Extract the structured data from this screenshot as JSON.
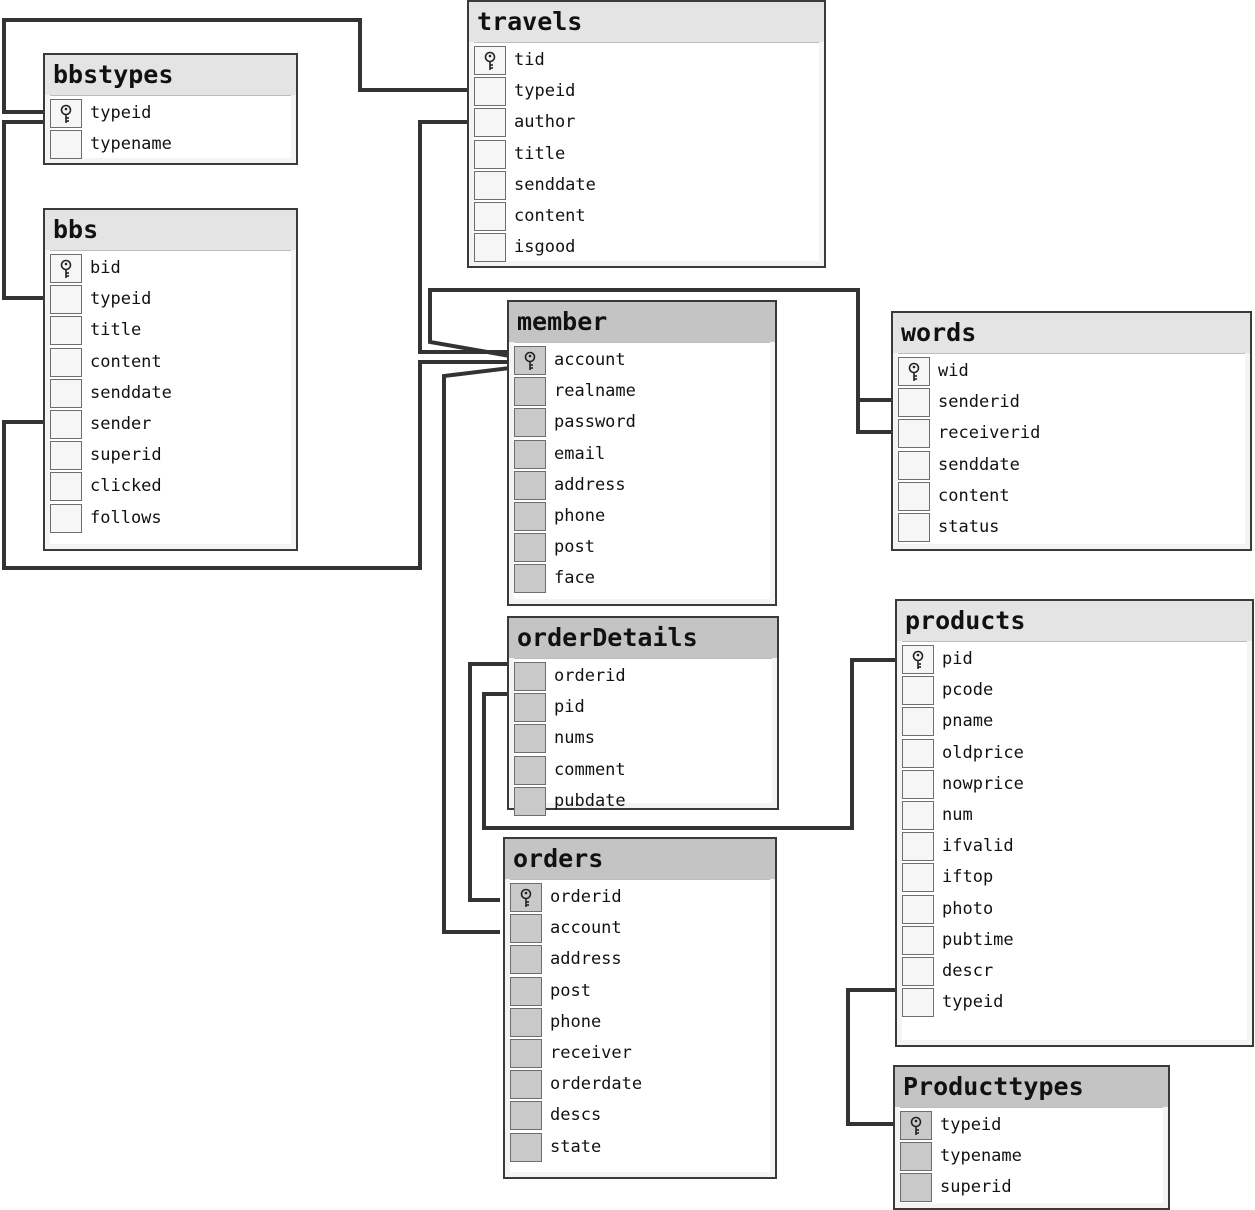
{
  "tables": [
    {
      "id": "bbstypes",
      "title": "bbstypes",
      "dark": false,
      "columns": [
        {
          "name": "typeid",
          "pk": true
        },
        {
          "name": "typename",
          "pk": false
        }
      ]
    },
    {
      "id": "bbs",
      "title": "bbs",
      "dark": false,
      "columns": [
        {
          "name": "bid",
          "pk": true
        },
        {
          "name": "typeid",
          "pk": false
        },
        {
          "name": "title",
          "pk": false
        },
        {
          "name": "content",
          "pk": false
        },
        {
          "name": "senddate",
          "pk": false
        },
        {
          "name": "sender",
          "pk": false
        },
        {
          "name": "superid",
          "pk": false
        },
        {
          "name": "clicked",
          "pk": false
        },
        {
          "name": "follows",
          "pk": false
        }
      ]
    },
    {
      "id": "travels",
      "title": "travels",
      "dark": false,
      "columns": [
        {
          "name": "tid",
          "pk": true
        },
        {
          "name": "typeid",
          "pk": false
        },
        {
          "name": "author",
          "pk": false
        },
        {
          "name": "title",
          "pk": false
        },
        {
          "name": "senddate",
          "pk": false
        },
        {
          "name": "content",
          "pk": false
        },
        {
          "name": "isgood",
          "pk": false
        }
      ]
    },
    {
      "id": "member",
      "title": "member",
      "dark": true,
      "columns": [
        {
          "name": "account",
          "pk": true
        },
        {
          "name": "realname",
          "pk": false
        },
        {
          "name": "password",
          "pk": false
        },
        {
          "name": "email",
          "pk": false
        },
        {
          "name": "address",
          "pk": false
        },
        {
          "name": "phone",
          "pk": false
        },
        {
          "name": "post",
          "pk": false
        },
        {
          "name": "face",
          "pk": false
        }
      ]
    },
    {
      "id": "words",
      "title": "words",
      "dark": false,
      "columns": [
        {
          "name": "wid",
          "pk": true
        },
        {
          "name": "senderid",
          "pk": false
        },
        {
          "name": "receiverid",
          "pk": false
        },
        {
          "name": "senddate",
          "pk": false
        },
        {
          "name": "content",
          "pk": false
        },
        {
          "name": "status",
          "pk": false
        }
      ]
    },
    {
      "id": "orderDetails",
      "title": "orderDetails",
      "dark": true,
      "columns": [
        {
          "name": "orderid",
          "pk": false
        },
        {
          "name": "pid",
          "pk": false
        },
        {
          "name": "nums",
          "pk": false
        },
        {
          "name": "comment",
          "pk": false
        },
        {
          "name": "pubdate",
          "pk": false
        }
      ]
    },
    {
      "id": "orders",
      "title": "orders",
      "dark": true,
      "columns": [
        {
          "name": "orderid",
          "pk": true
        },
        {
          "name": "account",
          "pk": false
        },
        {
          "name": "address",
          "pk": false
        },
        {
          "name": "post",
          "pk": false
        },
        {
          "name": "phone",
          "pk": false
        },
        {
          "name": "receiver",
          "pk": false
        },
        {
          "name": "orderdate",
          "pk": false
        },
        {
          "name": "descs",
          "pk": false
        },
        {
          "name": "state",
          "pk": false
        }
      ]
    },
    {
      "id": "products",
      "title": "products",
      "dark": false,
      "columns": [
        {
          "name": "pid",
          "pk": true
        },
        {
          "name": "pcode",
          "pk": false
        },
        {
          "name": "pname",
          "pk": false
        },
        {
          "name": "oldprice",
          "pk": false
        },
        {
          "name": "nowprice",
          "pk": false
        },
        {
          "name": "num",
          "pk": false
        },
        {
          "name": "ifvalid",
          "pk": false
        },
        {
          "name": "iftop",
          "pk": false
        },
        {
          "name": "photo",
          "pk": false
        },
        {
          "name": "pubtime",
          "pk": false
        },
        {
          "name": "descr",
          "pk": false
        },
        {
          "name": "typeid",
          "pk": false
        }
      ]
    },
    {
      "id": "producttypes",
      "title": "Producttypes",
      "dark": true,
      "columns": [
        {
          "name": "typeid",
          "pk": true
        },
        {
          "name": "typename",
          "pk": false
        },
        {
          "name": "superid",
          "pk": false
        }
      ]
    }
  ],
  "icons": {
    "primary_key": "key-icon"
  },
  "colors": {
    "line": "#333333",
    "border": "#3a3a3a",
    "header_light": "#e4e4e4",
    "header_dark": "#c4c4c4"
  }
}
